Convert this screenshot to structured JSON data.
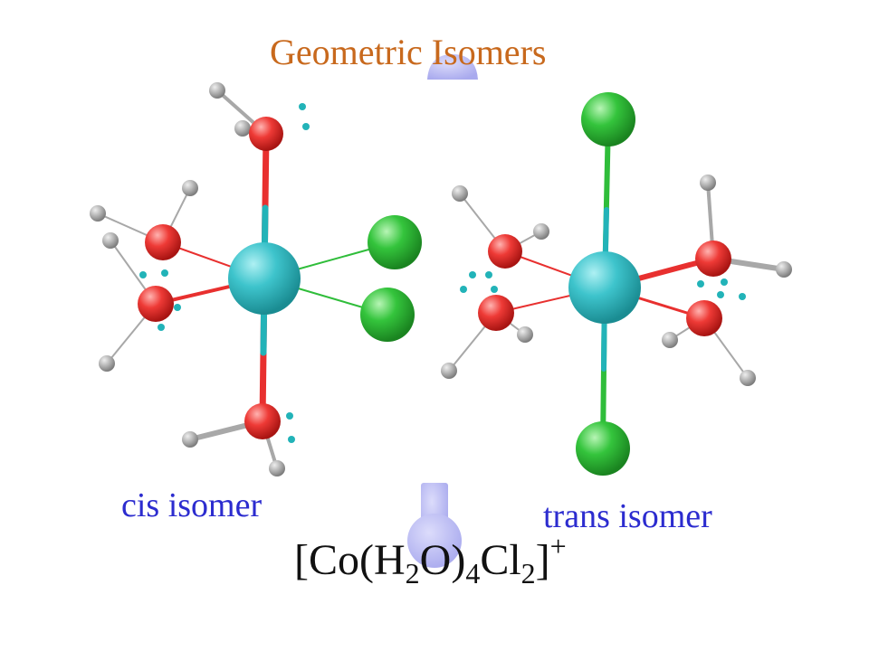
{
  "title": "Geometric Isomers",
  "cis_label": "cis isomer",
  "trans_label": "trans isomer",
  "formula": {
    "open": "[Co(H",
    "sub1": "2",
    "mid1": "O)",
    "sub2": "4",
    "mid2": "Cl",
    "sub3": "2",
    "close": "]",
    "charge": "+"
  },
  "colors": {
    "title": "#c8691d",
    "labels": "#2c2ccf",
    "cobalt": "#3ec4cc",
    "oxygen": "#e8302f",
    "chlorine": "#2fbd3a",
    "hydrogen": "#a8a8a8",
    "lone_pair": "#22b3b8",
    "mirror": "#b9baf2"
  }
}
